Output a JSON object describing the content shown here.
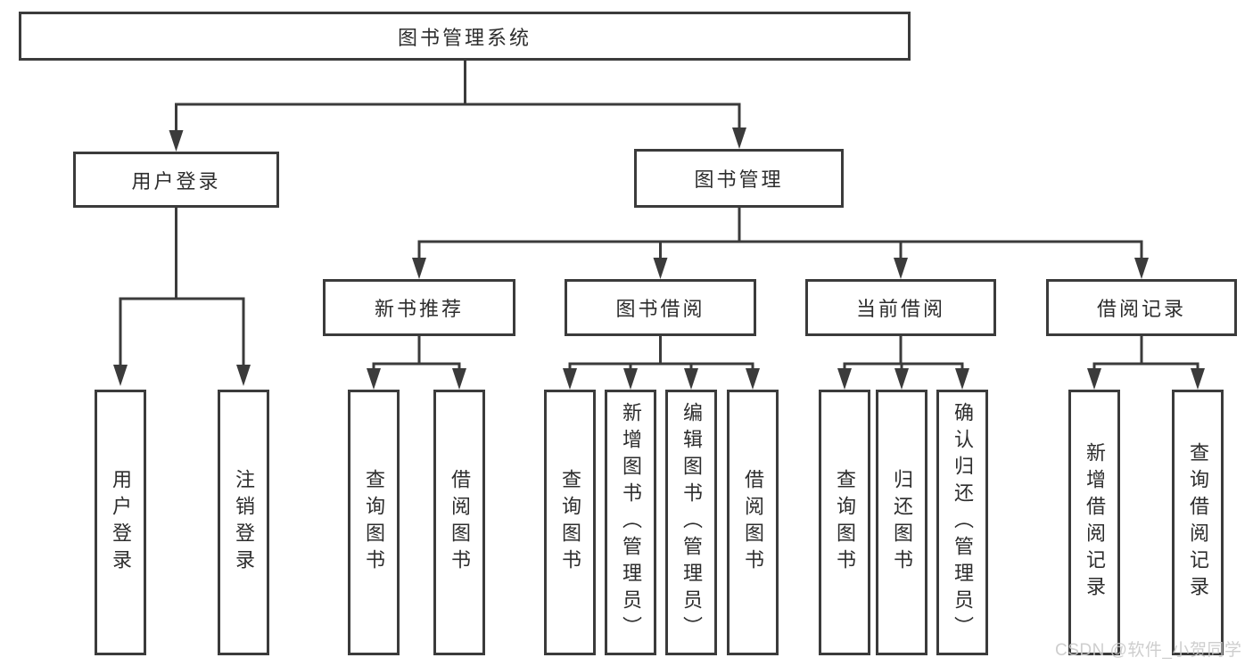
{
  "colors": {
    "line": "#3b3b3b",
    "box_border": "#3b3b3b",
    "text": "#2d2d2d",
    "background": "#ffffff",
    "watermark": "#c9c9c9"
  },
  "watermark": {
    "text": "CSDN @软件_小贺同学"
  },
  "tree": {
    "root": {
      "label": "图书管理系统",
      "children": [
        {
          "label": "用户登录",
          "children": [
            {
              "label": "用户登录"
            },
            {
              "label": "注销登录"
            }
          ]
        },
        {
          "label": "图书管理",
          "children": [
            {
              "label": "新书推荐",
              "children": [
                {
                  "label": "查询图书"
                },
                {
                  "label": "借阅图书"
                }
              ]
            },
            {
              "label": "图书借阅",
              "children": [
                {
                  "label": "查询图书"
                },
                {
                  "label": "新增图书（管理员）"
                },
                {
                  "label": "编辑图书（管理员）"
                },
                {
                  "label": "借阅图书"
                }
              ]
            },
            {
              "label": "当前借阅",
              "children": [
                {
                  "label": "查询图书"
                },
                {
                  "label": "归还图书"
                },
                {
                  "label": "确认归还（管理员）"
                }
              ]
            },
            {
              "label": "借阅记录",
              "children": [
                {
                  "label": "新增借阅记录"
                },
                {
                  "label": "查询借阅记录"
                }
              ]
            }
          ]
        }
      ]
    }
  }
}
